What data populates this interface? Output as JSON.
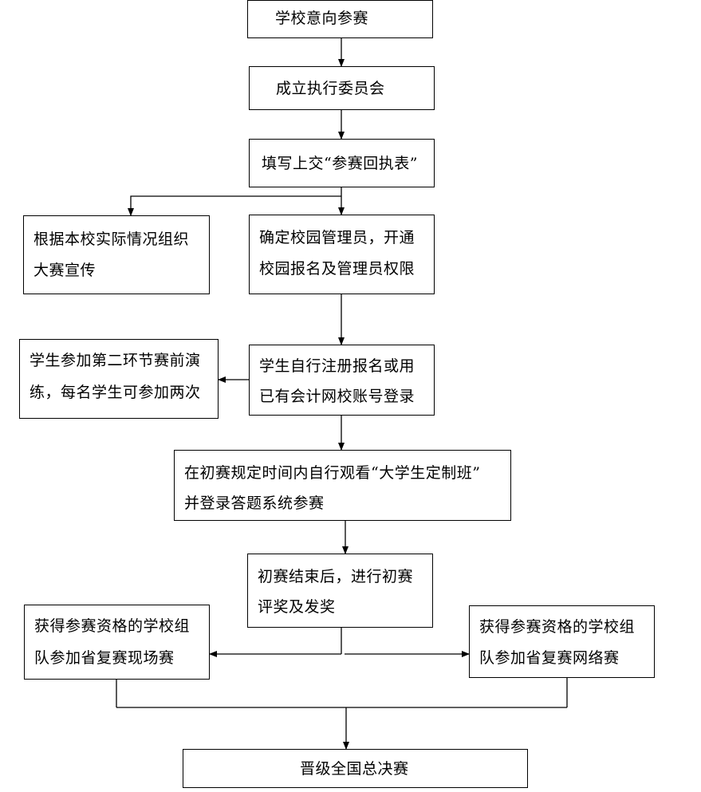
{
  "flowchart": {
    "nodes": {
      "school_intent": "学校意向参赛",
      "committee": "成立执行委员会",
      "receipt_form": "填写上交“参赛回执表”",
      "publicity": [
        "根据本校实际情况组织",
        "大赛宣传"
      ],
      "admin": [
        "确定校园管理员，开通",
        "校园报名及管理员权限"
      ],
      "practice": [
        "学生参加第二环节赛前演",
        "练，每名学生可参加两次"
      ],
      "register": [
        "学生自行注册报名或用",
        "已有会计网校账号登录"
      ],
      "prelim": [
        "在初赛规定时间内自行观看“大学生定制班”",
        "并登录答题系统参赛"
      ],
      "judging": [
        "初赛结束后，进行初赛",
        "评奖及发奖"
      ],
      "onsite": [
        "获得参赛资格的学校组",
        "队参加省复赛现场赛"
      ],
      "online": [
        "获得参赛资格的学校组",
        "队参加省复赛网络赛"
      ],
      "finals": "晋级全国总决赛"
    }
  }
}
